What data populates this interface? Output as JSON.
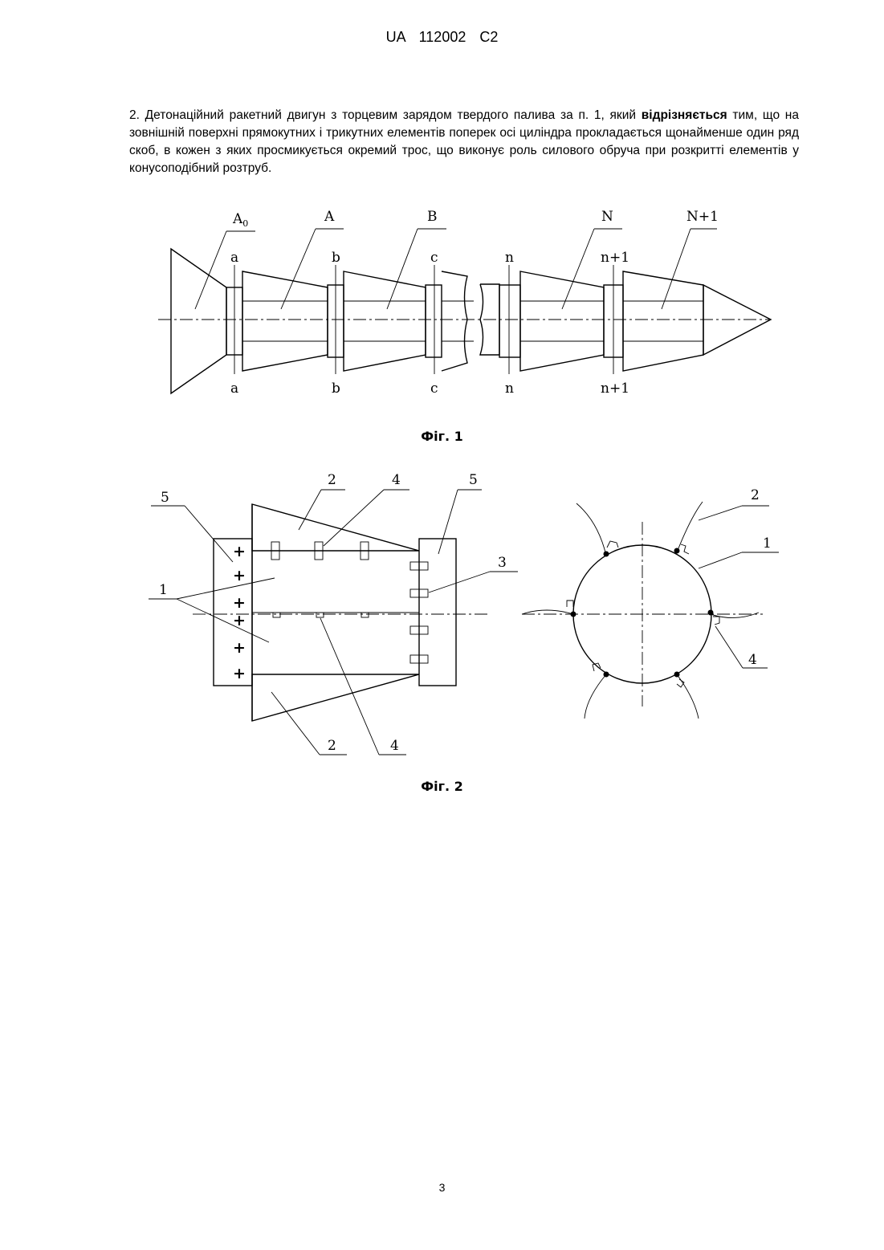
{
  "header": {
    "publication": "UA   112002   C2"
  },
  "claim": {
    "prefix": "2. Детонаційний ракетний двигун з торцевим зарядом твердого палива за п. 1, який ",
    "bold": "відрізняється",
    "suffix": " тим, що на зовнішній поверхні прямокутних і трикутних елементів поперек осі циліндра прокладається щонайменше один ряд скоб, в кожен з яких просмикується окремий трос, що виконує роль силового обруча при розкритті елементів у конусоподібний розтруб."
  },
  "fig1": {
    "caption": "Фіг. 1",
    "labels": {
      "A0": "A",
      "A0_sub": "0",
      "A": "A",
      "B": "B",
      "N": "N",
      "N1": "N+1",
      "a": "a",
      "b": "b",
      "c": "c",
      "n": "n",
      "n1": "n+1"
    }
  },
  "fig2": {
    "caption": "Фіг. 2",
    "labels": {
      "l1": "1",
      "l2": "2",
      "l3": "3",
      "l4": "4",
      "l5": "5"
    },
    "plus": "+"
  },
  "page_number": "3"
}
